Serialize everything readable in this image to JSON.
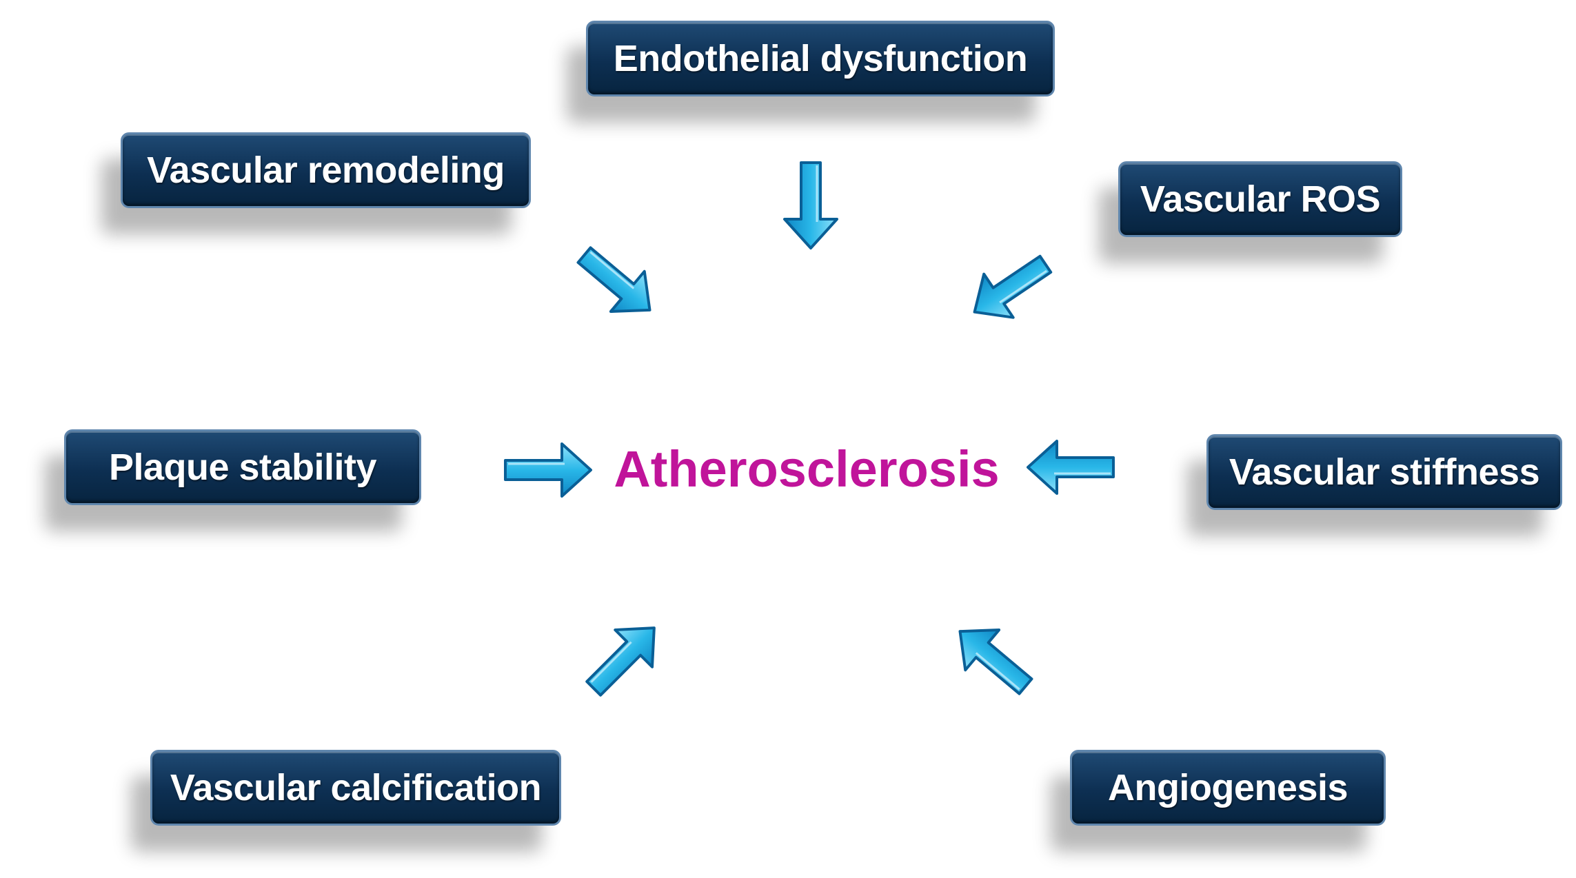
{
  "diagram": {
    "center": "Atherosclerosis",
    "factors": {
      "endothelial": "Endothelial dysfunction",
      "remodeling": "Vascular remodeling",
      "ros": "Vascular ROS",
      "plaque": "Plaque stability",
      "stiffness": "Vascular stiffness",
      "calcification": "Vascular calcification",
      "angiogenesis": "Angiogenesis"
    },
    "colors": {
      "box_fill": "#0d2f52",
      "box_border": "#5f86ad",
      "box_text": "#ffffff",
      "center_text": "#c0149a",
      "arrow_fill": "#29b7e8",
      "arrow_edge": "#0a5f96"
    }
  }
}
